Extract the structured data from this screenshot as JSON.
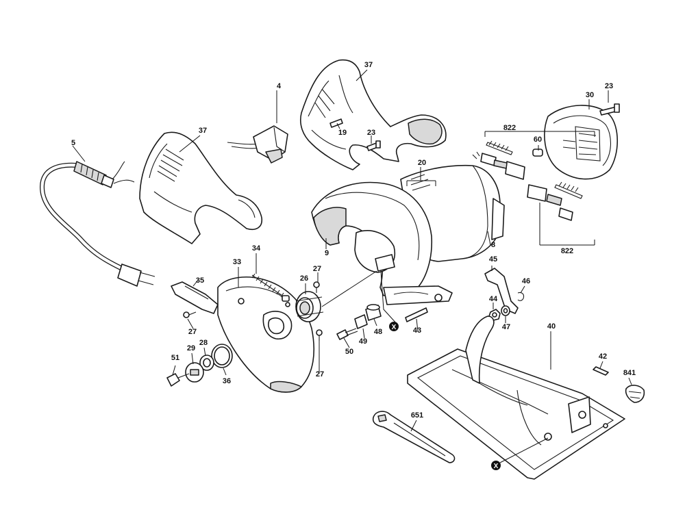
{
  "labels": {
    "l37a": "37",
    "l4": "4",
    "l37b": "37",
    "l19": "19",
    "l23a": "23",
    "l30": "30",
    "l23b": "23",
    "l822a": "822",
    "l60": "60",
    "l5": "5",
    "l20": "20",
    "l9": "9",
    "l8": "8",
    "l822b": "822",
    "l34": "34",
    "l33": "33",
    "l27a": "27",
    "l26": "26",
    "l35": "35",
    "l45": "45",
    "l46": "46",
    "l44": "44",
    "l47": "47",
    "l27b": "27",
    "l28": "28",
    "l29": "29",
    "l49": "49",
    "l48": "48",
    "l43": "43",
    "l40": "40",
    "l50": "50",
    "l27c": "27",
    "l51": "51",
    "l36": "36",
    "l42": "42",
    "l841": "841",
    "l651": "651"
  },
  "markers": {
    "x1": "X",
    "x2": "X"
  }
}
